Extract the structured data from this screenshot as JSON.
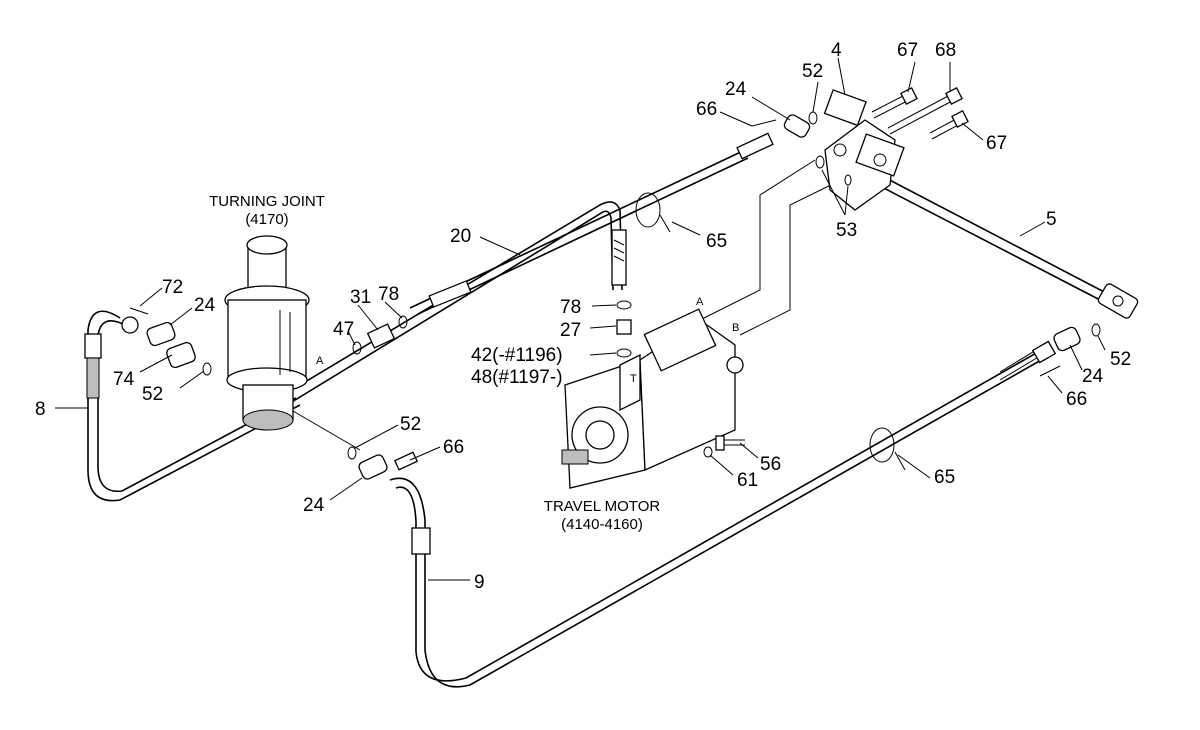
{
  "captions": {
    "turning_joint_name": "TURNING JOINT",
    "turning_joint_code": "(4170)",
    "travel_motor_name": "TRAVEL MOTOR",
    "travel_motor_code": "(4140-4160)"
  },
  "port_labels": {
    "a": "A",
    "b": "B",
    "t": "T"
  },
  "part_numbers": {
    "n4": "4",
    "n67_top": "67",
    "n68": "68",
    "n52_top": "52",
    "n24_top": "24",
    "n66_top": "66",
    "n67_right": "67",
    "n53": "53",
    "n5": "5",
    "n65_top": "65",
    "n20": "20",
    "n72": "72",
    "n24_left": "24",
    "n74": "74",
    "n52_left": "52",
    "n8": "8",
    "n31": "31",
    "n78_left": "78",
    "n47": "47",
    "n78_mid": "78",
    "n27": "27",
    "n42": "42(-#1196)",
    "n48": "48(#1197-)",
    "n52_right": "52",
    "n24_right": "24",
    "n66_right": "66",
    "n52_low": "52",
    "n66_low": "66",
    "n24_low": "24",
    "n56": "56",
    "n61": "61",
    "n65_low": "65",
    "n9": "9"
  }
}
